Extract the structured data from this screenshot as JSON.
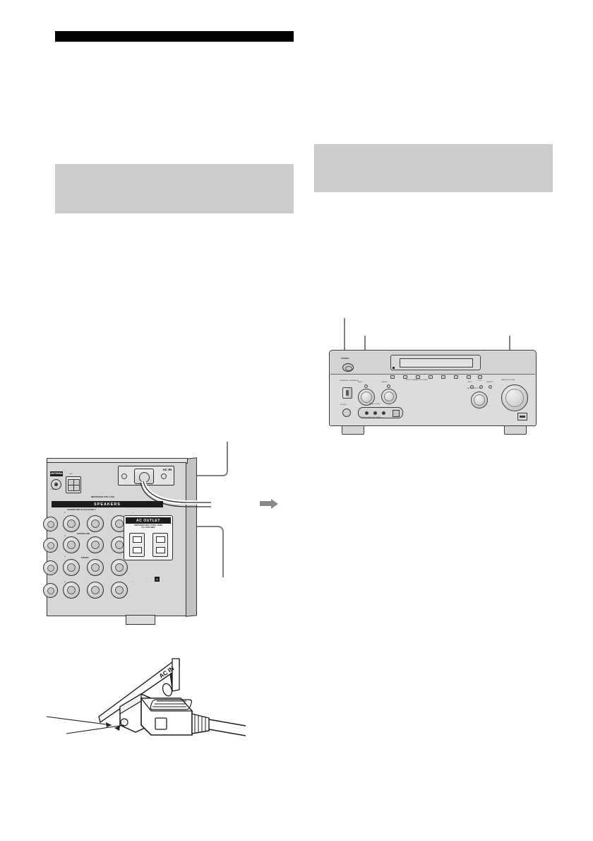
{
  "page": {
    "domain_kind": "manual-page",
    "background": "#ffffff",
    "accent_black": "#000000",
    "note_gray": "#cccccc",
    "leader_gray": "#808080"
  },
  "header": {
    "rule_label": ""
  },
  "notes": {
    "left_box_text": "",
    "right_box_text": ""
  },
  "body_text": {
    "left_column": "",
    "right_column": ""
  },
  "front_panel": {
    "caption": "",
    "callouts": [
      {
        "id": "callout-1",
        "label": ""
      },
      {
        "id": "callout-2",
        "label": ""
      },
      {
        "id": "callout-3",
        "label": ""
      }
    ],
    "display": {
      "text": ""
    },
    "controls": {
      "power_label": "POWER",
      "phones_label": "PHONES",
      "bass_label": "BASS",
      "treble_label": "TREBLE",
      "tone_label": "TONE",
      "multi_channel_label": "MULTI CHANNEL DECODING",
      "input_selector_label": "INPUT SELECTOR",
      "master_volume_label": "MASTER VOLUME",
      "video_label": "VIDEO 3 INPUT",
      "speakers_switch_label": "SPEAKERS OFF/A/B/A+B",
      "video_jacks_label": "VIDEO  L AUDIO R  S VIDEO",
      "indicator_left": "AUTO",
      "indicator_mid": "5.1CH",
      "indicator_right": "PRESET",
      "display_buttons": [
        "INPUT MODE",
        "DIGITAL",
        "2CH/A.F.D.",
        "MOVIE",
        "MUSIC",
        "SOUND FIELD",
        "DISPLAY",
        "DIMMER"
      ]
    }
  },
  "rear_panel": {
    "caption": "",
    "ac_in_label": "AC IN",
    "ac_outlet_label": "AC OUTLET",
    "ac_outlet_sub_line1": "SWITCHED MAX TOTAL 120W",
    "ac_outlet_sub_line2": "1A / 120V 60Hz",
    "speakers_label": "SPEAKERS",
    "impedance_label": "IMPEDANCE USE 4-16Ω",
    "terminal_groups": [
      {
        "name": "SURROUND BACK/ZONE 2",
        "polarity": [
          "+",
          "R",
          "–",
          "–",
          "L",
          "+"
        ]
      },
      {
        "name": "SURROUND",
        "polarity": [
          "+",
          "R",
          "–",
          "–",
          "L",
          "+"
        ]
      },
      {
        "name": "FRONT",
        "polarity": [
          "+",
          "R",
          "–",
          "–",
          "L",
          "+"
        ],
        "bank": "B"
      },
      {
        "name": "",
        "polarity": [
          "+",
          "R",
          "–",
          "–",
          "L",
          "+"
        ],
        "bank": "A"
      }
    ],
    "antenna_label": "ANTENNA",
    "am_label": "AM",
    "coaxial_label": "COAXIAL",
    "callouts": [
      {
        "id": "rear-callout-top",
        "label": ""
      },
      {
        "id": "rear-callout-bottom",
        "label": ""
      }
    ],
    "arrow": {
      "direction": "right",
      "color": "#8a8a8a"
    }
  },
  "plug_detail": {
    "caption": "",
    "ac_in_label": "AC IN",
    "gap_note": ""
  }
}
